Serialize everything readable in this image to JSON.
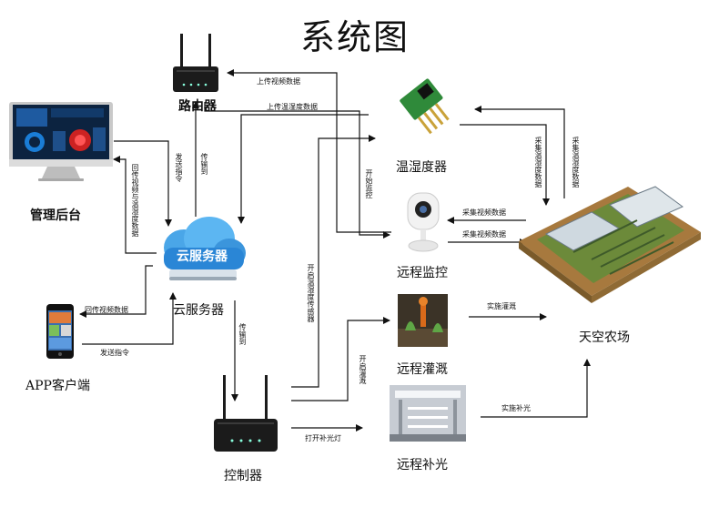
{
  "title": "系统图",
  "nodes": {
    "router": "路由器",
    "admin": "管理后台",
    "cloud": "云服务器",
    "cloud_logo": "云服务器",
    "app": "APP客户端",
    "controller": "控制器",
    "sensor": "温湿度器",
    "camera": "远程监控",
    "irrigation": "远程灌溉",
    "lighting": "远程补光",
    "farm": "天空农场"
  },
  "edges": {
    "upload_video": "上传视频数据",
    "upload_temp": "上传温湿度数据",
    "send_cmd_v": "发送指令",
    "transmit_v": "传输到",
    "return_video_temp": "回传视频与温湿度数据",
    "return_video": "回传视频数据",
    "send_cmd_h": "发送指令",
    "transmit_v2": "传输到",
    "start_monitor": "开始监控",
    "open_sensor": "开启温湿度传感器",
    "open_irrigation": "开启灌溉",
    "open_light": "打开补光灯",
    "collect_temp_1": "采集温湿度数据",
    "collect_temp_2": "采集温湿度数据",
    "collect_video_1": "采集视频数据",
    "collect_video_2": "采集视频数据",
    "do_irrigation": "实施灌溉",
    "do_light": "实施补光"
  },
  "colors": {
    "line": "#111111",
    "cloud_blue": "#2a86d6",
    "router_black": "#1b1b1b"
  }
}
